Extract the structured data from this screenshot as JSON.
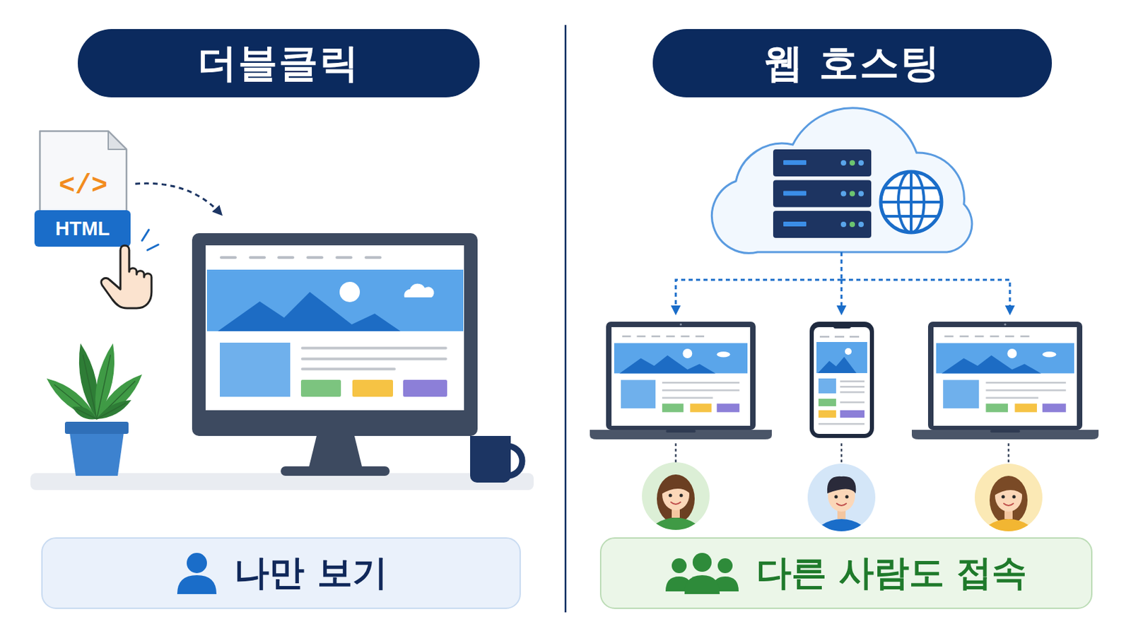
{
  "diagram": {
    "nodes": [
      {
        "text": [
          "더블클릭"
        ]
      },
      {
        "text": [
          "웹 호스팅"
        ]
      },
      {
        "text": [
          "HTML"
        ]
      },
      {
        "text": [
          "나만 보기"
        ]
      },
      {
        "text": [
          "다른 사람도 접속"
        ]
      }
    ],
    "labels": [
      "</>"
    ]
  }
}
